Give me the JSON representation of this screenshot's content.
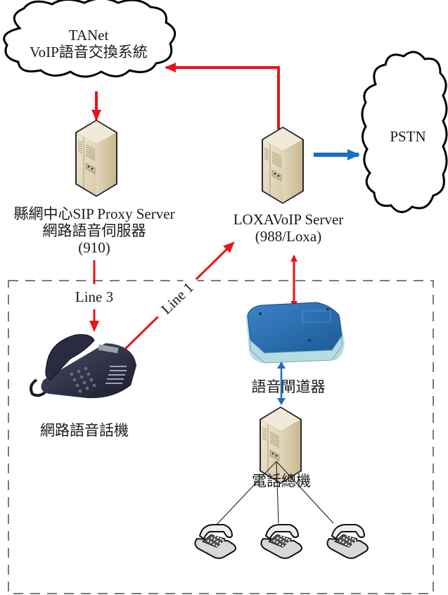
{
  "diagram": {
    "title": "VoIP network topology",
    "nodes": {
      "tanet_cloud": {
        "line1": "TANet",
        "line2": "VoIP語音交換系統",
        "icon": "cloud-icon"
      },
      "pstn_cloud": {
        "label": "PSTN",
        "icon": "cloud-icon"
      },
      "sip_proxy": {
        "line1": "縣網中心SIP Proxy Server",
        "line2": "網路語音伺服器",
        "line3": "(910)",
        "icon": "server-icon"
      },
      "loxa_server": {
        "line1": "LOXAVoIP Server",
        "line2": "(988/Loxa)",
        "icon": "server-icon"
      },
      "ip_phone": {
        "label": "網路語音話機",
        "icon": "ip-phone-icon"
      },
      "voice_gateway": {
        "label": "語音閘道器",
        "icon": "gateway-icon"
      },
      "pbx": {
        "label": "電話總機",
        "icon": "server-icon"
      },
      "analog_phones": {
        "count": 3,
        "icon": "telephone-icon"
      }
    },
    "links": [
      {
        "from": "loxa_server",
        "to": "tanet_cloud",
        "color": "#e8141b",
        "style": "arrow"
      },
      {
        "from": "tanet_cloud",
        "to": "sip_proxy",
        "color": "#e8141b",
        "style": "arrow"
      },
      {
        "from": "loxa_server",
        "to": "pstn_cloud",
        "color": "#1a6fc0",
        "style": "arrow"
      },
      {
        "from": "sip_proxy",
        "to": "ip_phone",
        "color": "#e8141b",
        "style": "arrow",
        "label": "Line 3"
      },
      {
        "from": "ip_phone",
        "to": "loxa_server",
        "color": "#e8141b",
        "style": "arrow",
        "label": "Line 1"
      },
      {
        "from": "loxa_server",
        "to": "voice_gateway",
        "color": "#e8141b",
        "style": "double-arrow"
      },
      {
        "from": "voice_gateway",
        "to": "pbx",
        "color": "#1a6fc0",
        "style": "double-arrow"
      },
      {
        "from": "pbx",
        "to": "analog_phones",
        "color": "#000000",
        "style": "line"
      }
    ],
    "colors": {
      "red_link": "#e8141b",
      "blue_link": "#1a6fc0",
      "boundary": "#7a7a7a"
    }
  }
}
